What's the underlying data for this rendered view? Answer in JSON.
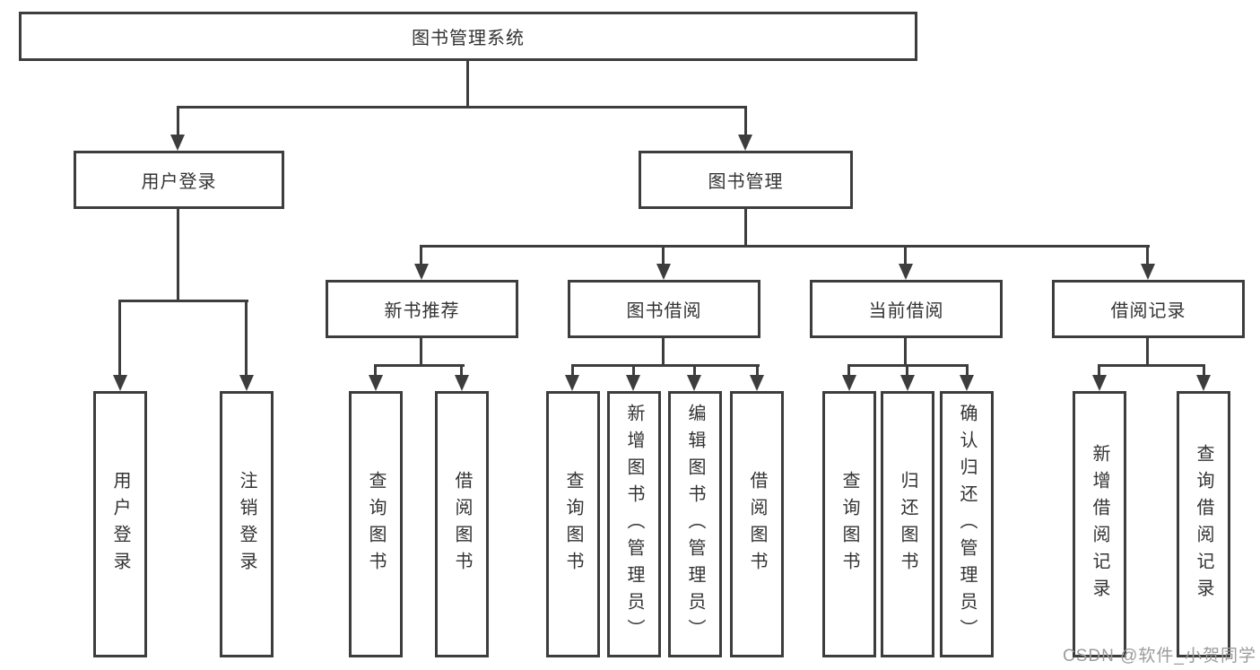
{
  "diagram": {
    "title": "图书管理系统",
    "root": "图书管理系统",
    "branches": [
      {
        "label": "用户登录",
        "leaves": [
          "用户登录",
          "注销登录"
        ]
      },
      {
        "label": "图书管理",
        "groups": [
          {
            "label": "新书推荐",
            "leaves": [
              "查询图书",
              "借阅图书"
            ]
          },
          {
            "label": "图书借阅",
            "leaves": [
              "查询图书",
              "新增图书（管理员）",
              "编辑图书（管理员）",
              "借阅图书"
            ]
          },
          {
            "label": "当前借阅",
            "leaves": [
              "查询图书",
              "归还图书",
              "确认归还（管理员）"
            ]
          },
          {
            "label": "借阅记录",
            "leaves": [
              "新增借阅记录",
              "查询借阅记录"
            ]
          }
        ]
      }
    ]
  },
  "watermark": {
    "text": "CSDN @软件_小贺同学",
    "color": "#9b9b9b"
  },
  "colors": {
    "line": "#3d3d3d",
    "text": "#333333",
    "background": "#ffffff"
  }
}
